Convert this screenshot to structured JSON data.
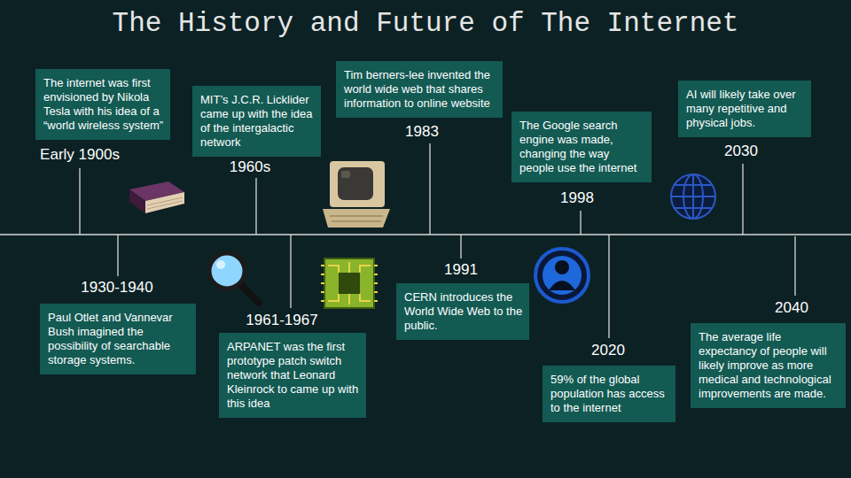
{
  "diagram": {
    "title": "The History and Future of The Internet",
    "nodes": [
      {
        "text": [
          "Early 1900s",
          "The internet was first envisioned by Nikola Tesla with his idea of a “world wireless system”"
        ]
      },
      {
        "text": [
          "1930-1940",
          "Paul Otlet and Vannevar Bush imagined the possibility of searchable storage systems."
        ]
      },
      {
        "text": [
          "1960s",
          "MIT’s J.C.R. Licklider came up with the idea of the intergalactic network"
        ]
      },
      {
        "text": [
          "1961-1967",
          "ARPANET was the first prototype patch switch network that Leonard Kleinrock to came up with this idea"
        ]
      },
      {
        "text": [
          "1983",
          "Tim berners-lee invented the world wide web that shares information to online website"
        ]
      },
      {
        "text": [
          "1991",
          "CERN introduces the World Wide Web to the public."
        ]
      },
      {
        "text": [
          "1998",
          "The Google search engine was made, changing the way people use the internet"
        ]
      },
      {
        "text": [
          "2020",
          "59% of the global population has access to the internet"
        ]
      },
      {
        "text": [
          "2030",
          "AI will likely take over many repetitive and physical jobs."
        ]
      },
      {
        "text": [
          "2040",
          "The average life expectancy of people will likely improve as more medical and technological improvements are made."
        ]
      }
    ]
  }
}
